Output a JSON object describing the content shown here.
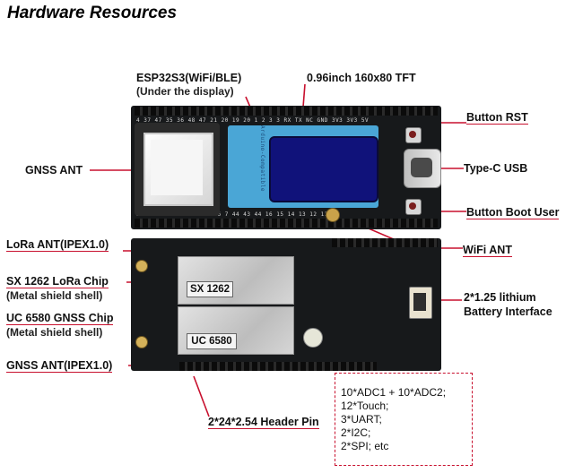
{
  "title": "Hardware Resources",
  "labels": {
    "esp32": "ESP32S3(WiFi/BLE)",
    "esp32_sub": "(Under the display)",
    "tft": "0.96inch 160x80 TFT",
    "button_rst": "Button RST",
    "gnss_ant": "GNSS ANT",
    "type_c": "Type-C USB",
    "button_boot": "Button Boot User",
    "lora_ant": "LoRa ANT(IPEX1.0)",
    "wifi_ant": "WiFi ANT",
    "sx1262_chip": "SX 1262 LoRa Chip",
    "sx1262_sub": "(Metal shield shell)",
    "battery": "2*1.25 lithium",
    "battery_sub": "Battery Interface",
    "uc6580_chip": "UC 6580 GNSS Chip",
    "uc6580_sub": "(Metal shield shell)",
    "gnss_ant_ipex": "GNSS ANT(IPEX1.0)",
    "header_pin": "2*24*2.54 Header Pin"
  },
  "chips": {
    "sx1262": "SX 1262",
    "uc6580": "UC 6580"
  },
  "features": [
    "10*ADC1 + 10*ADC2;",
    "12*Touch;",
    "3*UART;",
    "2*I2C;",
    "2*SPI; etc"
  ],
  "colors": {
    "accent_line": "#c8102e",
    "board": "#17191b",
    "display_frame": "#4aa6d6",
    "screen": "#10127a"
  }
}
